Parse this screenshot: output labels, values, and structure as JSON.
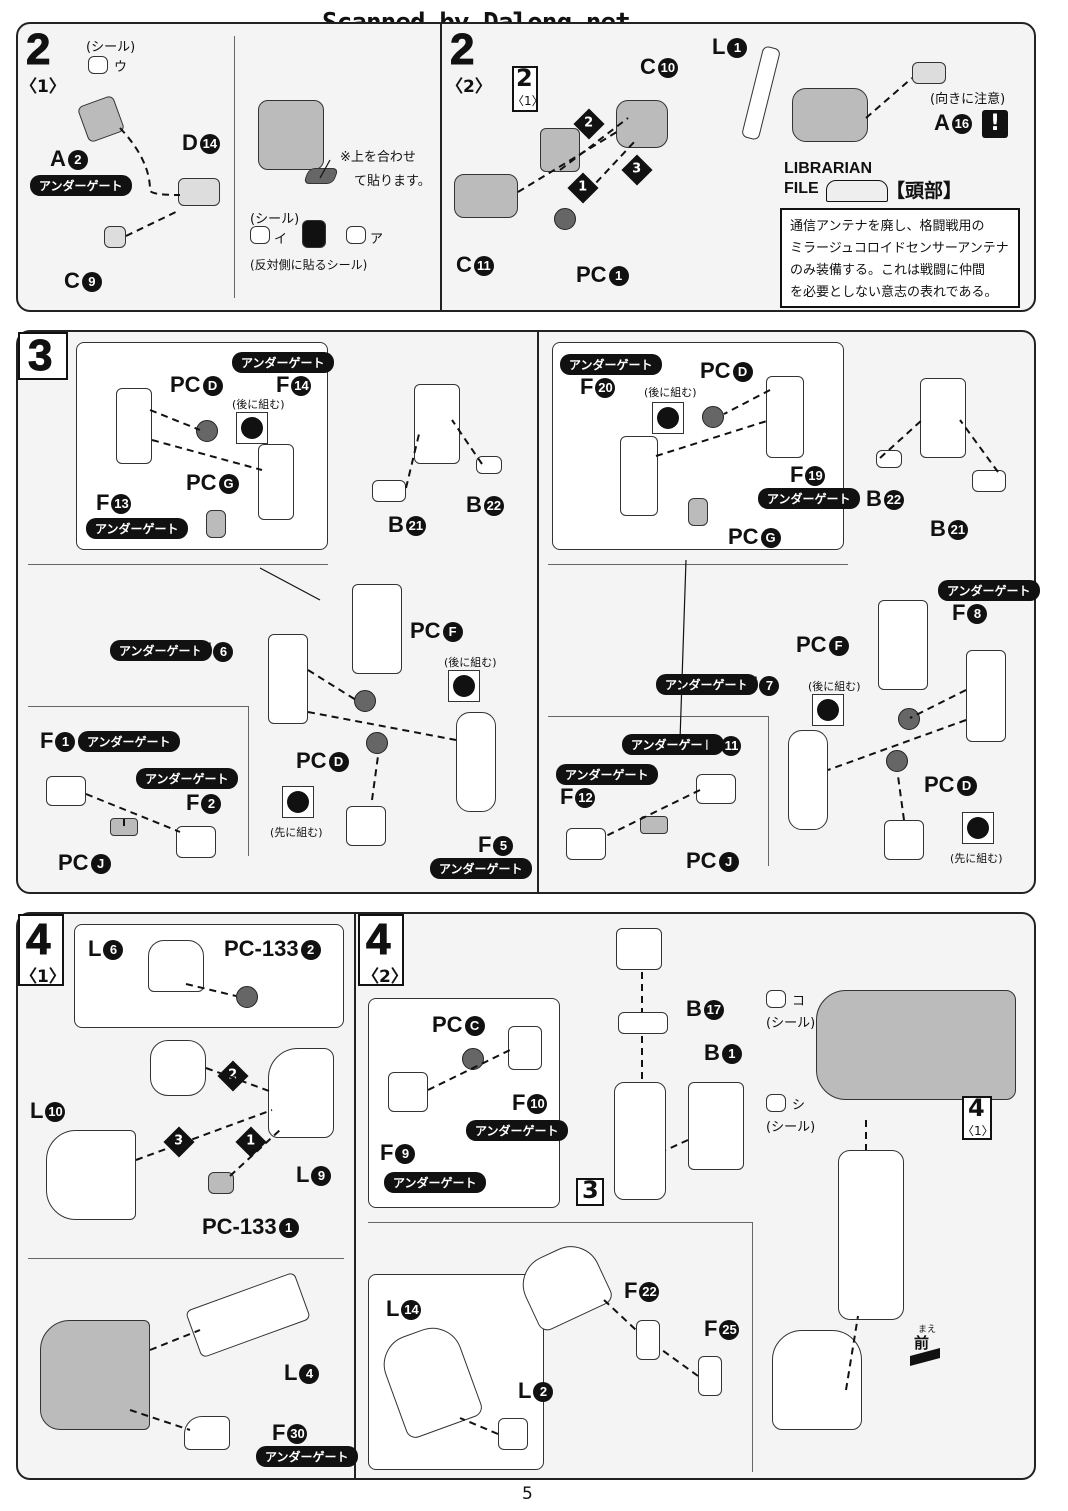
{
  "header": {
    "watermark": "Scanned by Dalong.net"
  },
  "step2_1": {
    "step": "2",
    "sub": "〈1〉",
    "sticker_label": "(シール)",
    "sticker_u": "ウ",
    "part_a2": "A",
    "part_a2_num": "2",
    "ugate": "アンダーゲート",
    "part_d14": "D",
    "part_d14_num": "14",
    "part_c9": "C",
    "part_c9_num": "9",
    "note_align": "※上を合わせ",
    "note_align2": "て貼ります。",
    "sticker_label2": "(シール)",
    "sticker_i": "イ",
    "sticker_a": "ア",
    "note_opposite": "(反対側に貼るシール)"
  },
  "step2_2": {
    "step": "2",
    "sub": "〈2〉",
    "ref_step": "2",
    "ref_sub": "〈1〉",
    "part_c10": "C",
    "part_c10_num": "10",
    "part_c11": "C",
    "part_c11_num": "11",
    "part_pc1": "PC",
    "part_pc1_num": "1",
    "part_l1": "L",
    "part_l1_num": "1",
    "part_a16": "A",
    "part_a16_num": "16",
    "note_direction": "(向きに注意)",
    "order": [
      "1",
      "2",
      "3"
    ]
  },
  "librarian": {
    "title_line1": "LIBRARIAN",
    "title_line2": "FILE",
    "section": "【頭部】",
    "text": [
      "通信アンテナを廃し、格闘戦用の",
      "ミラージュコロイドセンサーアンテナ",
      "のみ装備する。これは戦闘に仲間",
      "を必要としない意志の表れである。"
    ]
  },
  "step3": {
    "step": "3",
    "ugate": "アンダーゲート",
    "later": "(後に組む)",
    "first": "(先に組む)",
    "left_top": {
      "pcd": "PC",
      "pcd_l": "D",
      "f14": "F",
      "f14_n": "14",
      "pcg": "PC",
      "pcg_l": "G",
      "f13": "F",
      "f13_n": "13",
      "b21": "B",
      "b21_n": "21",
      "b22": "B",
      "b22_n": "22"
    },
    "right_top": {
      "f20": "F",
      "f20_n": "20",
      "pcd": "PC",
      "pcd_l": "D",
      "f19": "F",
      "f19_n": "19",
      "pcg": "PC",
      "pcg_l": "G",
      "b22": "B",
      "b22_n": "22",
      "b21": "B",
      "b21_n": "21"
    },
    "left_bottom": {
      "f6": "F",
      "f6_n": "6",
      "pcf": "PC",
      "pcf_l": "F",
      "pcd": "PC",
      "pcd_l": "D",
      "f5": "F",
      "f5_n": "5",
      "f1": "F",
      "f1_n": "1",
      "f2": "F",
      "f2_n": "2",
      "pcj": "PC",
      "pcj_l": "J"
    },
    "right_bottom": {
      "f8": "F",
      "f8_n": "8",
      "pcf": "PC",
      "pcf_l": "F",
      "f7": "F",
      "f7_n": "7",
      "pcd": "PC",
      "pcd_l": "D",
      "f11": "F",
      "f11_n": "11",
      "f12": "F",
      "f12_n": "12",
      "pcj": "PC",
      "pcj_l": "J"
    }
  },
  "step4_1": {
    "step": "4",
    "sub": "〈1〉",
    "l6": "L",
    "l6_n": "6",
    "pc133_2": "PC-133",
    "pc133_2_n": "2",
    "l10": "L",
    "l10_n": "10",
    "l9": "L",
    "l9_n": "9",
    "pc133_1": "PC-133",
    "pc133_1_n": "1",
    "l4": "L",
    "l4_n": "4",
    "f30": "F",
    "f30_n": "30",
    "ugate": "アンダーゲート"
  },
  "step4_2": {
    "step": "4",
    "sub": "〈2〉",
    "pcc": "PC",
    "pcc_l": "C",
    "f10": "F",
    "f10_n": "10",
    "f9": "F",
    "f9_n": "9",
    "ugate": "アンダーゲート",
    "b17": "B",
    "b17_n": "17",
    "b1": "B",
    "b1_n": "1",
    "ref3": "3",
    "sticker_ko": "コ",
    "sticker_shi": "シ",
    "sticker_label": "(シール)",
    "ref_step": "4",
    "ref_sub": "〈1〉",
    "l14": "L",
    "l14_n": "14",
    "l2": "L",
    "l2_n": "2",
    "f22": "F",
    "f22_n": "22",
    "f25": "F",
    "f25_n": "25",
    "front": "前",
    "front_ruby": "まえ"
  },
  "footer": {
    "page": "5"
  }
}
